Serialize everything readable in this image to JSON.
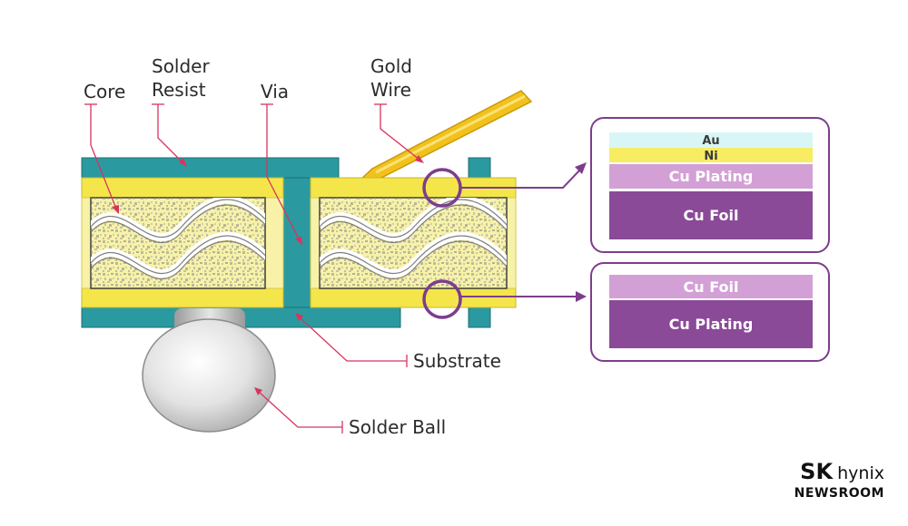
{
  "labels": {
    "core": "Core",
    "solder_resist_line1": "Solder",
    "solder_resist_line2": "Resist",
    "via": "Via",
    "gold_wire_line1": "Gold",
    "gold_wire_line2": "Wire",
    "substrate": "Substrate",
    "solder_ball": "Solder Ball"
  },
  "top_stack": {
    "au": "Au",
    "ni": "Ni",
    "cu_plating": "Cu Plating",
    "cu_foil": "Cu Foil"
  },
  "bottom_stack": {
    "cu_foil": "Cu Foil",
    "cu_plating": "Cu Plating"
  },
  "brand": {
    "sk": "SK",
    "hynix": "hynix",
    "newsroom": "NEWSROOM"
  },
  "colors": {
    "substrate": "#2a9aa0",
    "copper_yellow": "#f4e64a",
    "core_fill": "#f7f2a8",
    "gold_wire": "#f2c21b",
    "au": "#d9f6f6",
    "ni": "#f7ec62",
    "cu_plating_light": "#d3a0d6",
    "cu_foil_dark": "#8a4a98",
    "pointer_red": "#d8345f",
    "callout_purple": "#7d3d8d"
  }
}
